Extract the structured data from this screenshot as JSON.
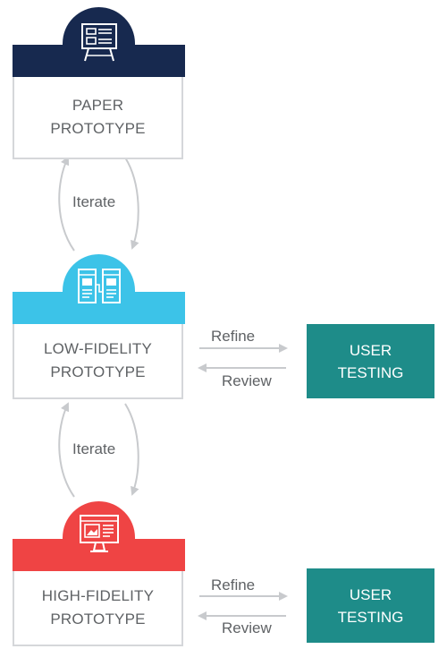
{
  "stages": [
    {
      "line1": "PAPER",
      "line2": "PROTOTYPE",
      "color": "#17294f",
      "icon": "whiteboard-icon"
    },
    {
      "line1": "LOW-FIDELITY",
      "line2": "PROTOTYPE",
      "color": "#3cc3e8",
      "icon": "wireframe-pages-icon"
    },
    {
      "line1": "HIGH-FIDELITY",
      "line2": "PROTOTYPE",
      "color": "#ef4444",
      "icon": "desktop-monitor-icon"
    }
  ],
  "iterate": [
    "Iterate",
    "Iterate"
  ],
  "testing": [
    {
      "line1": "USER",
      "line2": "TESTING",
      "refine": "Refine",
      "review": "Review"
    },
    {
      "line1": "USER",
      "line2": "TESTING",
      "refine": "Refine",
      "review": "Review"
    }
  ],
  "colors": {
    "teal": "#1e8c89",
    "arrow": "#c8cacd",
    "text": "#5f6265",
    "border": "#d5d7da"
  }
}
